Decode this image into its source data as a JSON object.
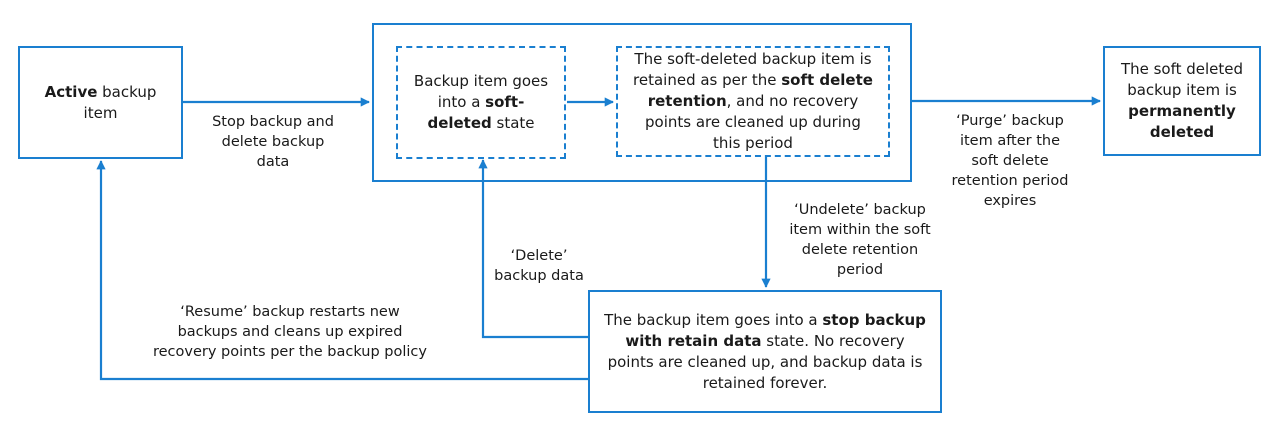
{
  "colors": {
    "accent": "#1a7fd0",
    "text": "#1a1a1a"
  },
  "nodes": {
    "active": {
      "bold": "Active",
      "rest": " backup item"
    },
    "softdeleted": {
      "pre": "Backup item goes into a ",
      "bold": "soft-deleted",
      "post": " state"
    },
    "retained": {
      "pre": "The soft-deleted backup item is retained as per the ",
      "bold": "soft delete retention",
      "post": ", and no recovery points are cleaned up during this period"
    },
    "permanent": {
      "pre": "The soft deleted backup item is ",
      "bold": "permanently deleted"
    },
    "stopretain": {
      "pre": "The backup item goes into a ",
      "bold": "stop backup with retain data",
      "post": " state. No recovery points are cleaned up, and backup data is retained forever."
    }
  },
  "edges": {
    "stop_delete": [
      "Stop backup and",
      "delete  backup",
      "data"
    ],
    "purge": [
      "‘Purge’ backup",
      "item after the",
      "soft delete",
      "retention period",
      "expires"
    ],
    "undelete": [
      "‘Undelete’ backup",
      "item within the soft",
      "delete retention",
      "period"
    ],
    "delete": [
      "‘Delete’",
      "backup data"
    ],
    "resume": [
      "‘Resume’ backup restarts new",
      "backups and cleans up expired",
      "recovery points per the backup policy"
    ]
  }
}
